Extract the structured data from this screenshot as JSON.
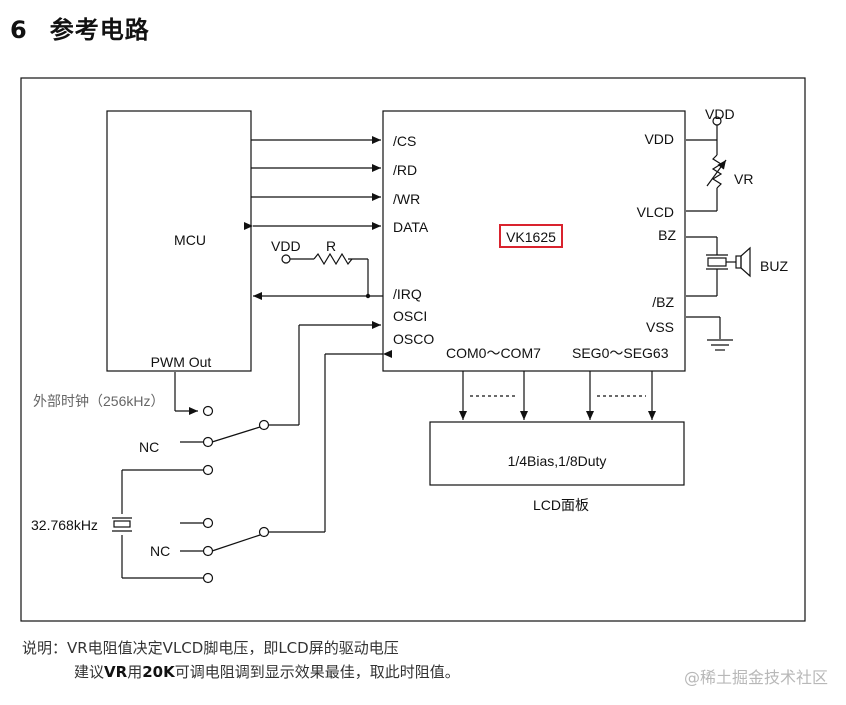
{
  "heading": {
    "number": "6",
    "title": "参考电路"
  },
  "mcu": {
    "label": "MCU",
    "pwm": "PWM Out"
  },
  "chip": {
    "name": "VK1625",
    "left_pins": [
      "/CS",
      "/RD",
      "/WR",
      "DATA",
      "/IRQ",
      "OSCI",
      "OSCO"
    ],
    "right_pins": [
      "VDD",
      "VLCD",
      "BZ",
      "/BZ",
      "VSS"
    ],
    "bottom_pins": [
      "COM0～COM7",
      "SEG0～SEG63"
    ]
  },
  "pullup": {
    "vdd": "VDD",
    "r": "R"
  },
  "vr": {
    "vdd": "VDD",
    "label": "VR"
  },
  "buzzer": {
    "label": "BUZ"
  },
  "lcd": {
    "driver": "1/4Bias,1/8Duty",
    "label": "LCD面板"
  },
  "clock": {
    "ext": "外部时钟（256kHz）",
    "nc1": "NC",
    "crystal": "32.768kHz",
    "nc2": "NC"
  },
  "note": {
    "line1": "说明：VR电阻值决定VLCD脚电压，即LCD屏的驱动电压",
    "line2_a": "建议",
    "line2_b": "VR",
    "line2_c": "用",
    "line2_d": "20K",
    "line2_e": "可调电阻调到显示效果最佳，取此时阻值。"
  },
  "watermark": "@稀土掘金技术社区"
}
